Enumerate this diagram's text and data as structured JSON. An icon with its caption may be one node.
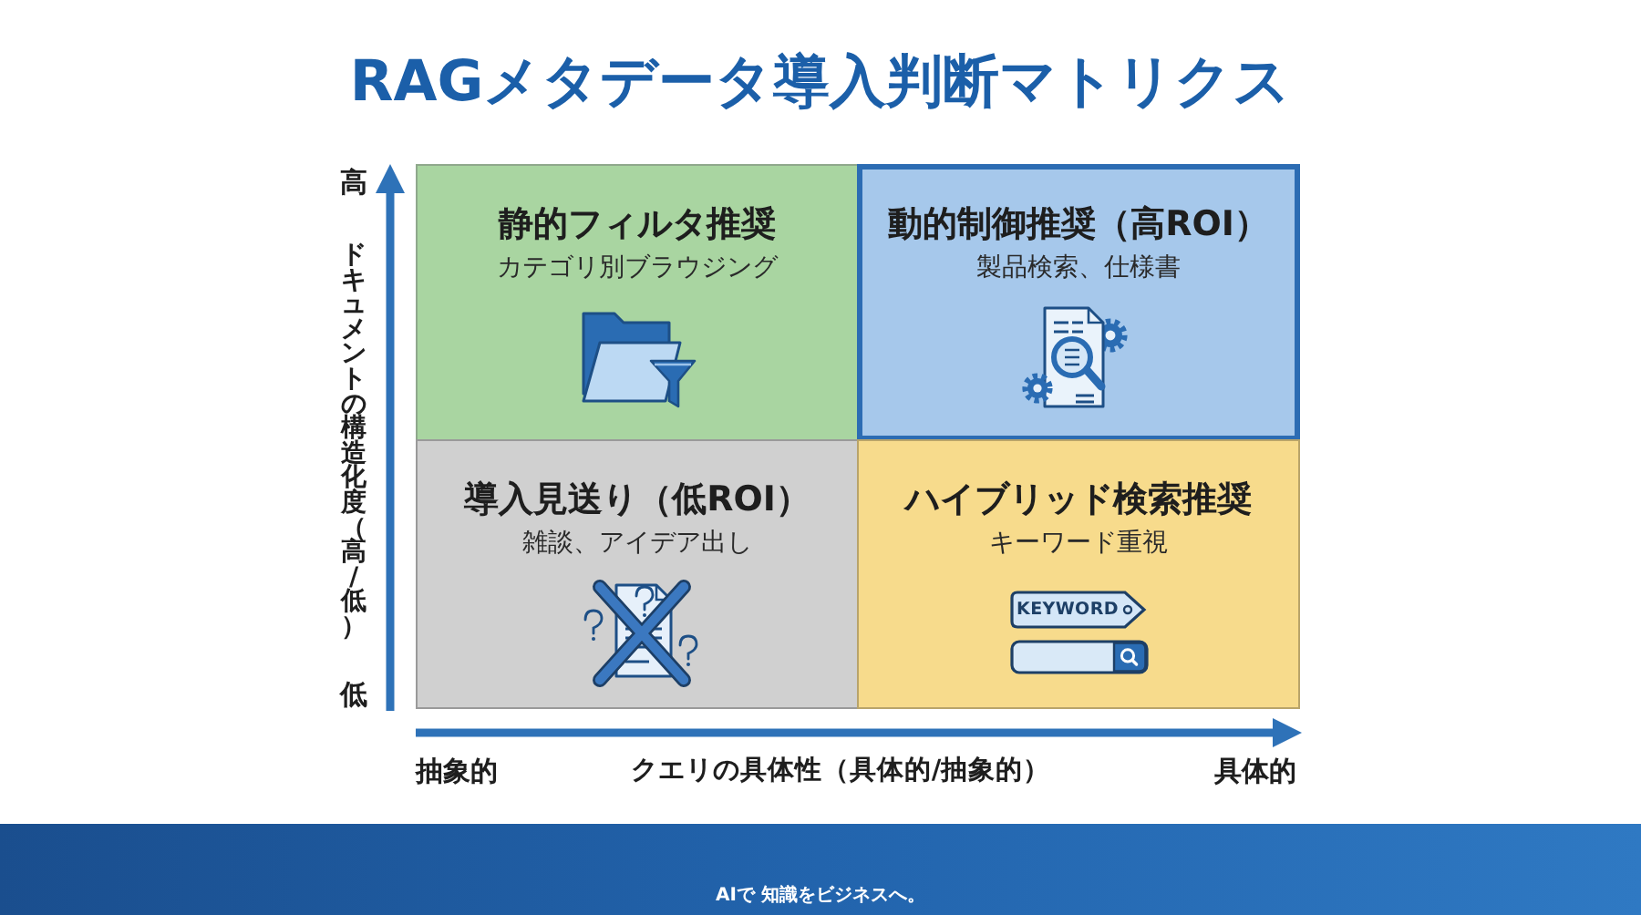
{
  "diagram": {
    "title": "RAGメタデータ導入判断マトリクス",
    "nodes": [
      {
        "text": [
          "静的フィルタ推奨",
          "カテゴリ別ブラウジング"
        ]
      },
      {
        "text": [
          "動的制御推奨（高ROI）",
          "製品検索、仕様書"
        ]
      },
      {
        "text": [
          "導入見送り（低ROI）",
          "雑談、アイデア出し"
        ]
      },
      {
        "text": [
          "ハイブリッド検索推奨",
          "キーワード重視"
        ]
      },
      {
        "text": [
          "KEYWORD"
        ],
        "in": 3
      }
    ],
    "labels": [
      "高",
      "ドキュメントの構造化度（高/低）",
      "低",
      "抽象的",
      "クエリの具体性（具体的/抽象的）",
      "具体的",
      "AIで 知識をビジネスへ。"
    ]
  }
}
